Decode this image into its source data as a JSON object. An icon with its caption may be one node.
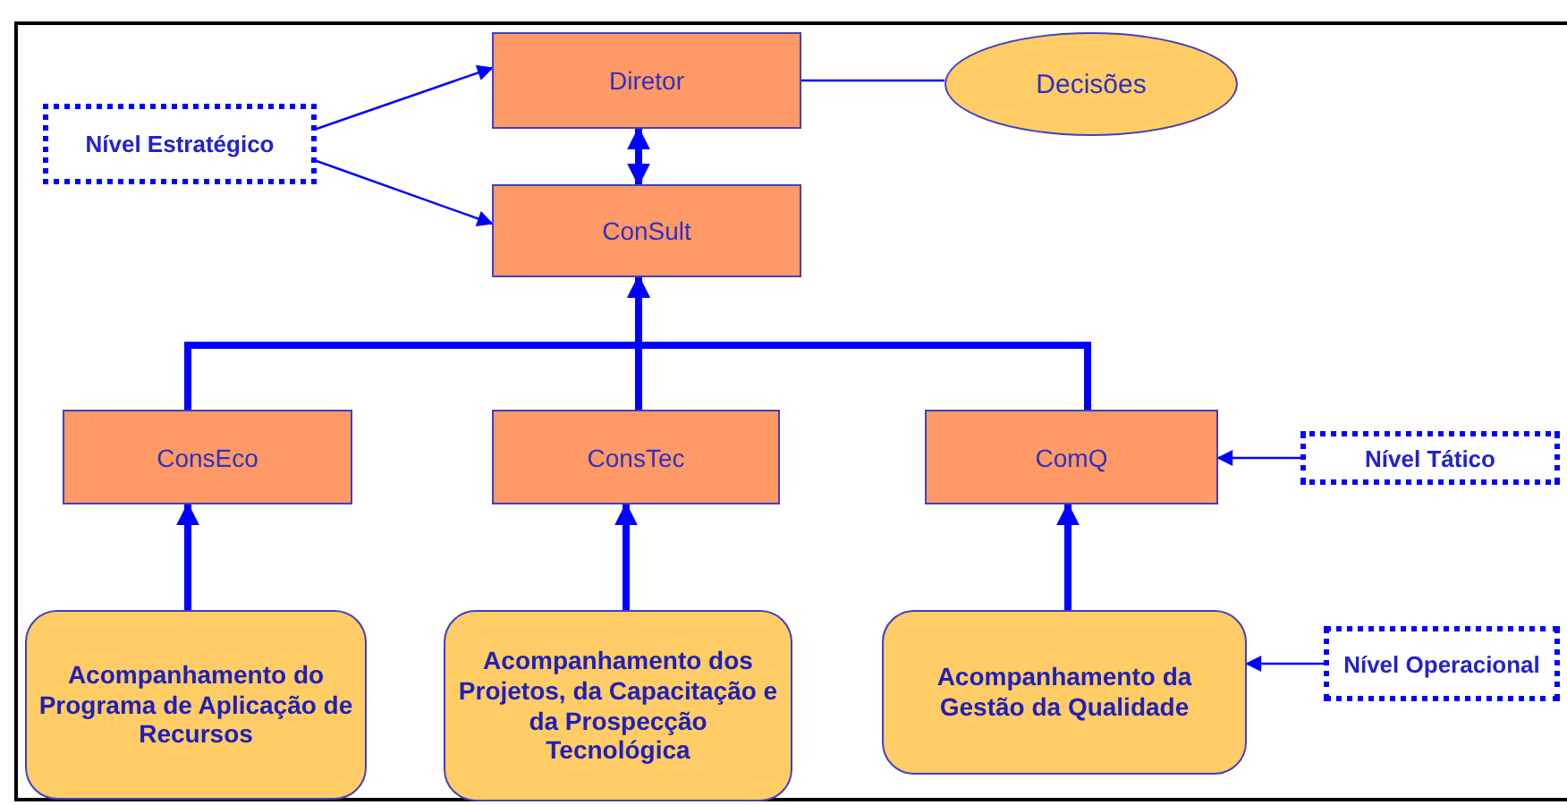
{
  "diagram": {
    "nodes": [
      {
        "text": [
          "Nível Estratégico"
        ]
      },
      {
        "text": [
          "Diretor"
        ]
      },
      {
        "text": [
          "Decisões"
        ]
      },
      {
        "text": [
          "ConSult"
        ]
      },
      {
        "text": [
          "ConsEco"
        ]
      },
      {
        "text": [
          "ConsTec"
        ]
      },
      {
        "text": [
          "ComQ"
        ]
      },
      {
        "text": [
          "Nível Tático"
        ]
      },
      {
        "text": [
          "Acompanhamento do Programa de Aplicação de Recursos"
        ]
      },
      {
        "text": [
          "Acompanhamento dos Projetos, da Capacitação e da Prospecção Tecnológica"
        ]
      },
      {
        "text": [
          "Nível Operacional"
        ]
      },
      {
        "text": [
          "Acompanhamento da Gestão da Qualidade"
        ]
      }
    ],
    "edges": [
      {
        "from": 0,
        "to": 1,
        "arrow": "to"
      },
      {
        "from": 0,
        "to": 3,
        "arrow": "to"
      },
      {
        "from": 1,
        "to": 2,
        "arrow": "none"
      },
      {
        "from": 1,
        "to": 3,
        "arrow": "both"
      },
      {
        "from": 4,
        "to": 3,
        "arrow": "to"
      },
      {
        "from": 5,
        "to": 3,
        "arrow": "to"
      },
      {
        "from": 6,
        "to": 3,
        "arrow": "to"
      },
      {
        "from": 7,
        "to": 6,
        "arrow": "to"
      },
      {
        "from": 8,
        "to": 4,
        "arrow": "to"
      },
      {
        "from": 9,
        "to": 5,
        "arrow": "to"
      },
      {
        "from": 11,
        "to": 6,
        "arrow": "to"
      },
      {
        "from": 10,
        "to": 11,
        "arrow": "to"
      }
    ]
  }
}
